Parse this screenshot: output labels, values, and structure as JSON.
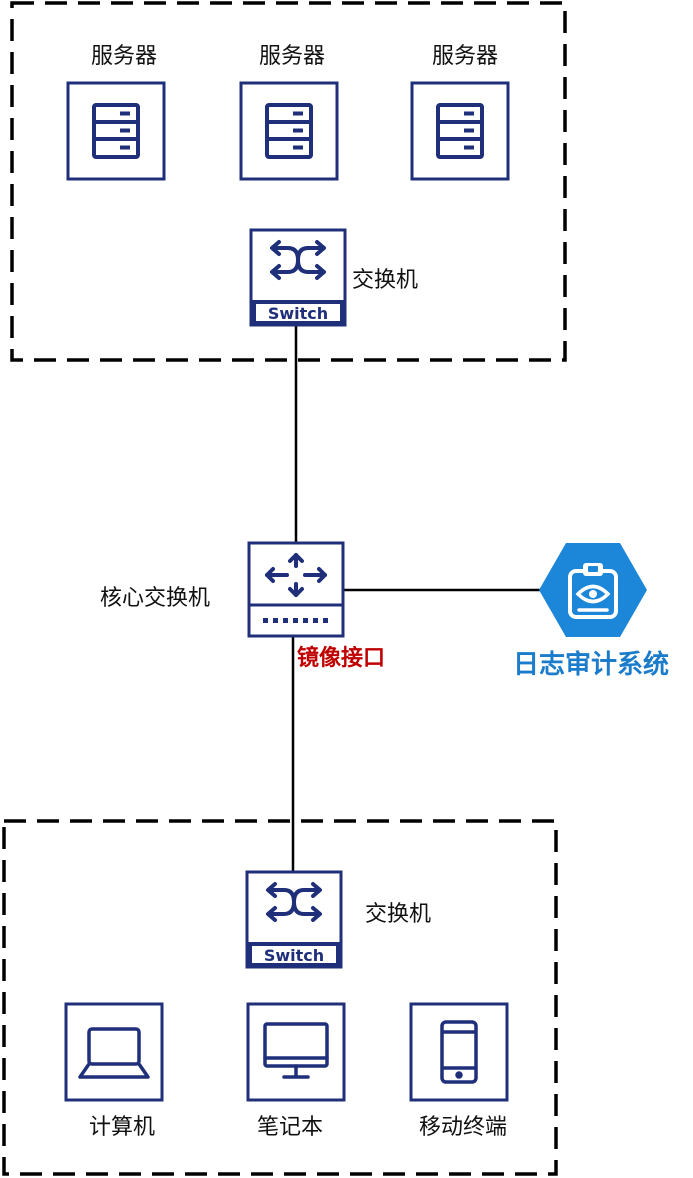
{
  "colors": {
    "device_stroke": "#1f2f7a",
    "line": "#000000",
    "mirror_label": "#c00000",
    "audit_label": "#1c7ccc",
    "audit_hex": "#1c86d8"
  },
  "server_zone": {
    "servers": [
      {
        "label": "服务器",
        "icon": "server-icon"
      },
      {
        "label": "服务器",
        "icon": "server-icon"
      },
      {
        "label": "服务器",
        "icon": "server-icon"
      }
    ],
    "switch": {
      "label": "交换机",
      "badge": "Switch",
      "icon": "switch-arrows-icon"
    }
  },
  "core": {
    "label": "核心交换机",
    "mirror_port_label": "镜像接口",
    "icon": "router-arrows-icon"
  },
  "audit_system": {
    "label": "日志审计系统",
    "icon": "clipboard-eye-icon"
  },
  "client_zone": {
    "switch": {
      "label": "交换机",
      "badge": "Switch",
      "icon": "switch-arrows-icon"
    },
    "clients": [
      {
        "label": "计算机",
        "icon": "laptop-icon"
      },
      {
        "label": "笔记本",
        "icon": "monitor-icon"
      },
      {
        "label": "移动终端",
        "icon": "mobile-phone-icon"
      }
    ]
  }
}
